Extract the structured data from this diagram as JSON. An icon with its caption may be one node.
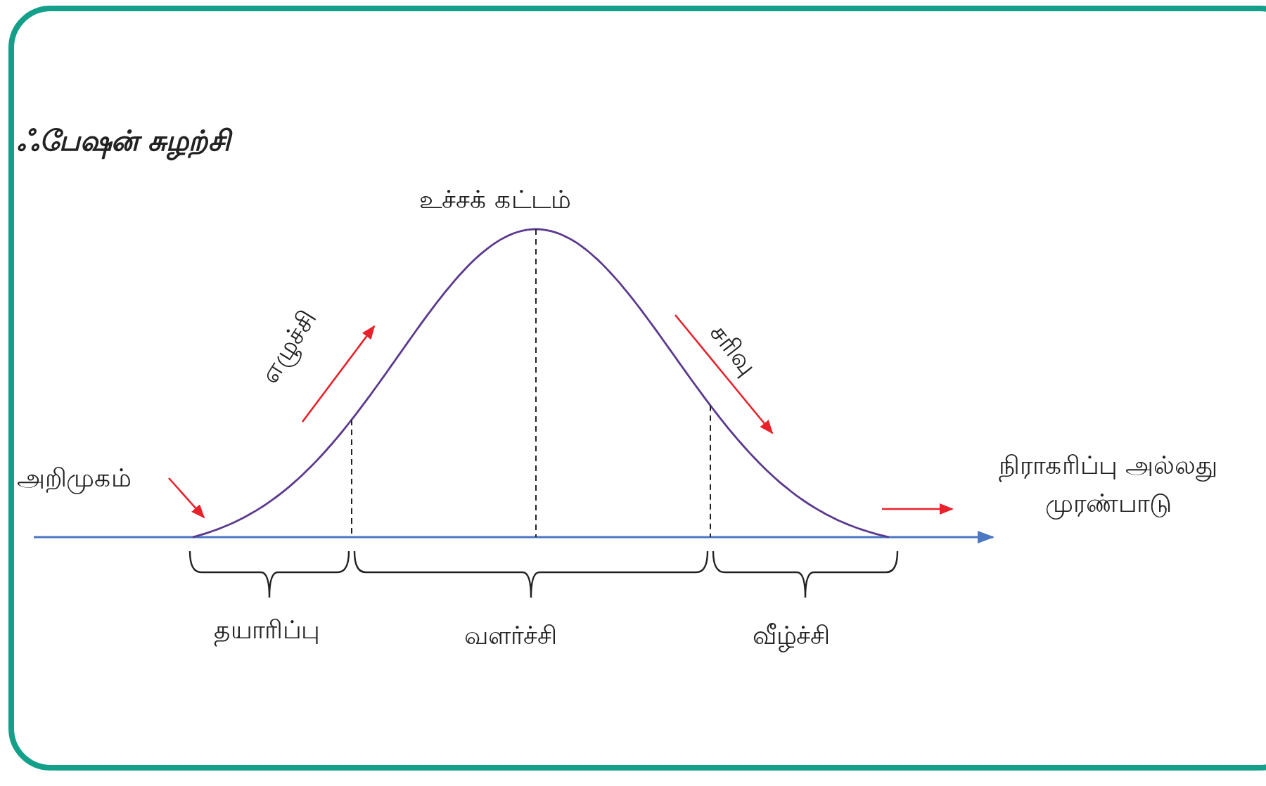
{
  "diagram": {
    "title": "ஃபேஷன் சுழற்சி",
    "labels": [
      "உச்சக் கட்டம்",
      "எழுச்சி",
      "சரிவு",
      "அறிமுகம்",
      "நிராகரிப்பு அல்லது முரண்பாடு",
      "தயாரிப்பு",
      "வளர்ச்சி",
      "வீழ்ச்சி"
    ]
  }
}
